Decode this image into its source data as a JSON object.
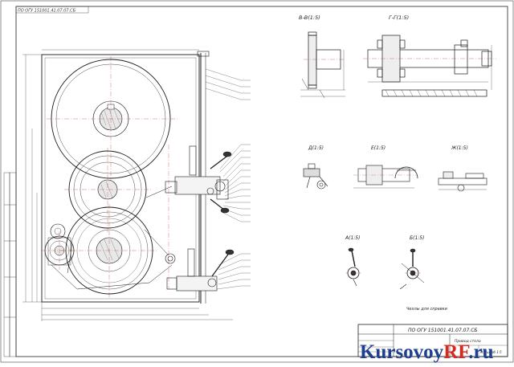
{
  "drawing": {
    "stamp_top_left": "ПО ОГУ 151001.41.07.07.СБ",
    "views": {
      "section_vv": "В-В(1:5)",
      "section_gg": "Г-Г(1:5)",
      "view_d": "Д(1:5)",
      "view_e": "Е(1:5)",
      "view_zh": "Ж(1:5)",
      "view_a": "А(1:5)",
      "view_b": "Б(1:5)"
    },
    "note": "Чехлы для справки",
    "title_block": {
      "designation": "ПО ОГУ 151001.41.07.07.СБ",
      "caption": "Привод стола",
      "sheet_scale": "Масштаб 1:5"
    },
    "watermark": {
      "part1": "Kursovoy",
      "part2": "RF",
      "part3": ".ru"
    },
    "colors": {
      "line": "#1a1a1a",
      "center": "#c0392b",
      "dim": "#2c3e50",
      "watermark_blue": "#1f3f8f",
      "watermark_red": "#d62a1e"
    }
  }
}
